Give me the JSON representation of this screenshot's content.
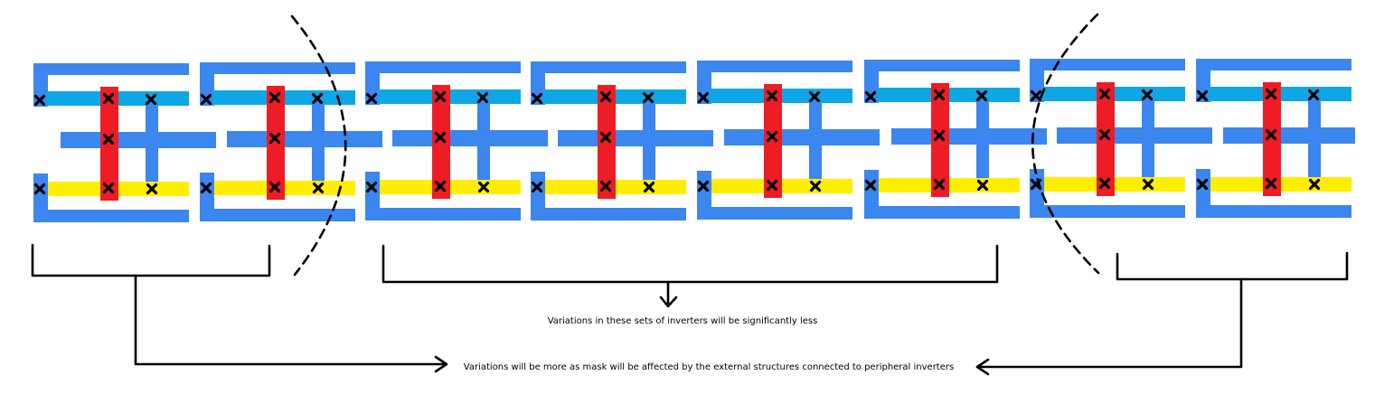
{
  "diagram": {
    "cell_count": 8,
    "colors": {
      "metal": "#3b86ef",
      "vdd_rail": "#0fa6e6",
      "gnd_rail": "#ffee00",
      "poly": "#ee1c24",
      "ink": "#000000"
    },
    "icons": {
      "contact": "x-mark-icon",
      "arrow": "arrow-head-icon"
    },
    "groups": {
      "peripheral_left": {
        "first_cell": 1,
        "last_cell": 2
      },
      "inner": {
        "first_cell": 3,
        "last_cell": 6
      },
      "peripheral_right": {
        "first_cell": 7,
        "last_cell": 8
      }
    },
    "notes": {
      "inner": "Variations in these sets of inverters will be significantly less",
      "peripheral": "Variations will be more as mask will be affected by the external structures connected to peripheral inverters"
    }
  }
}
